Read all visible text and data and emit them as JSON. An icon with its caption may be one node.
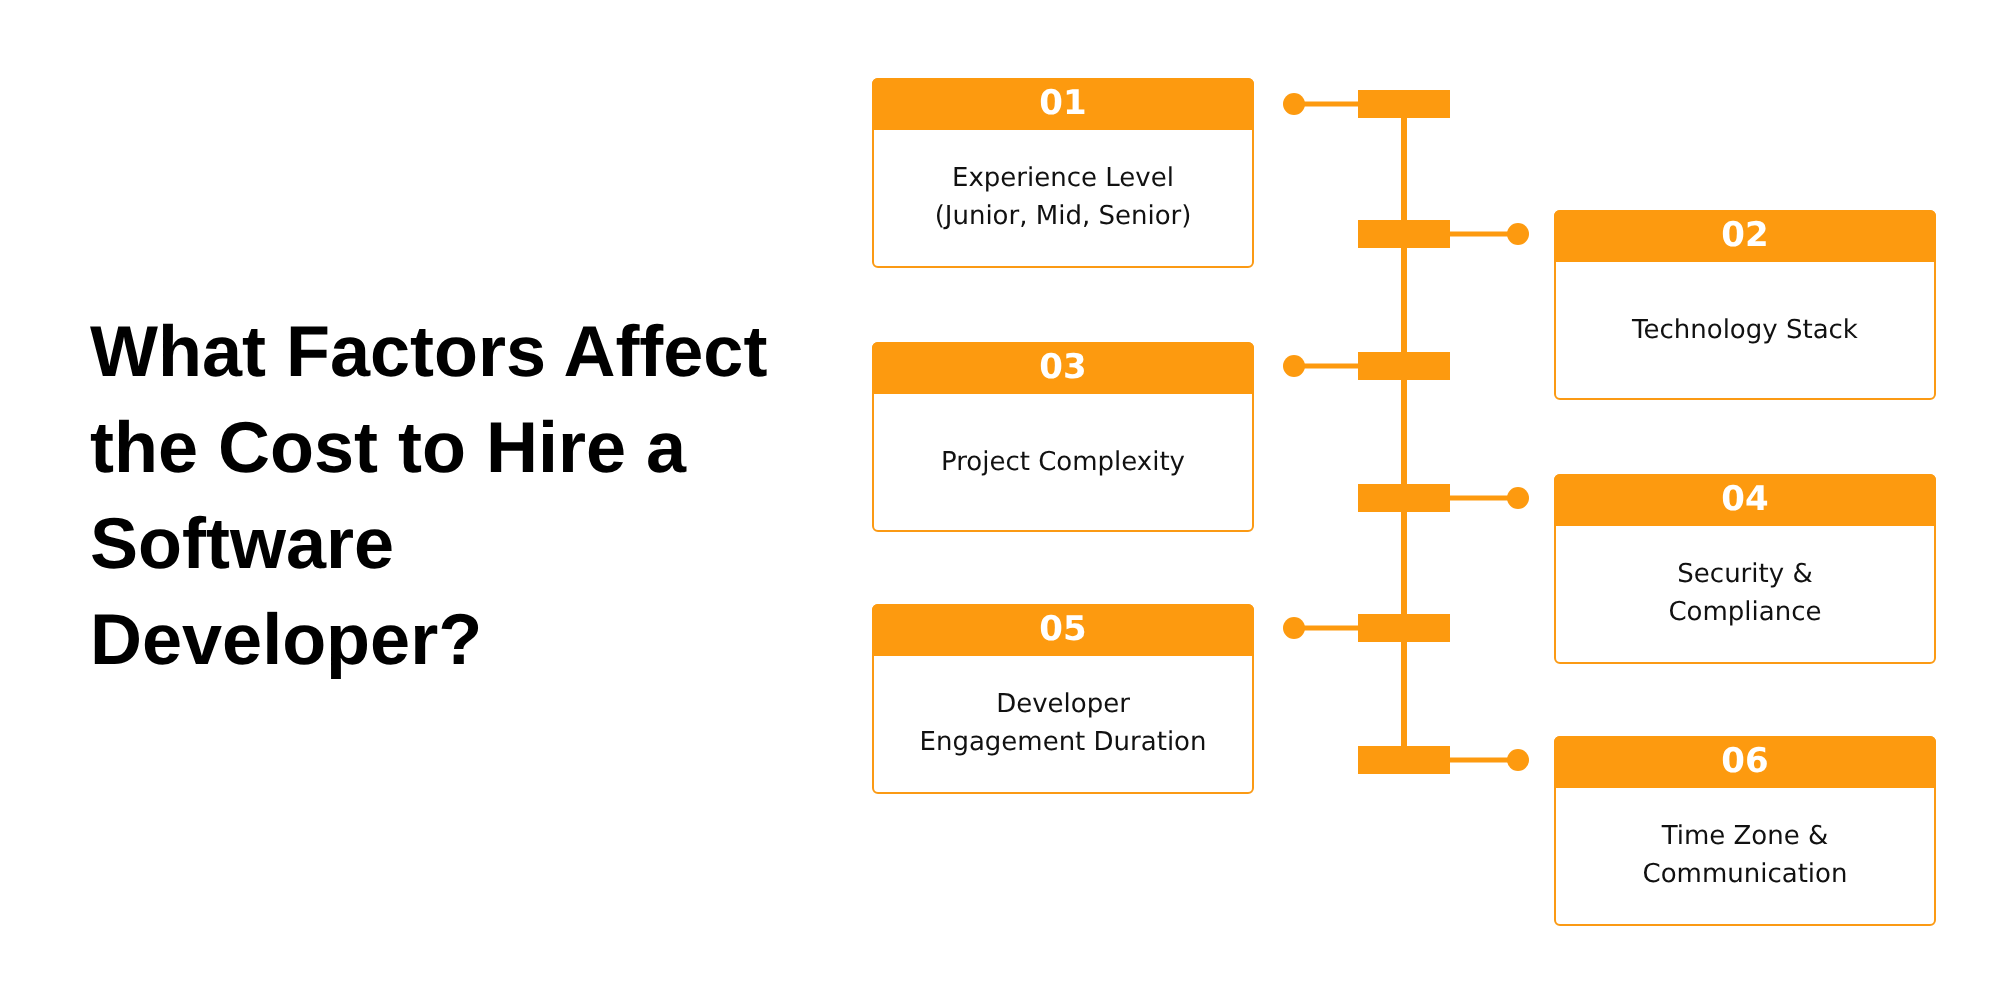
{
  "diagram": {
    "title": "What Factors Affect the Cost to Hire a Software Developer?",
    "nodes": [
      {
        "text": [
          "01",
          "Experience Level (Junior, Mid, Senior)"
        ]
      },
      {
        "text": [
          "02",
          "Technology Stack"
        ]
      },
      {
        "text": [
          "03",
          "Project Complexity"
        ]
      },
      {
        "text": [
          "04",
          "Security & Compliance"
        ]
      },
      {
        "text": [
          "05",
          "Developer Engagement Duration"
        ]
      },
      {
        "text": [
          "06",
          "Time Zone & Communication"
        ]
      }
    ]
  }
}
